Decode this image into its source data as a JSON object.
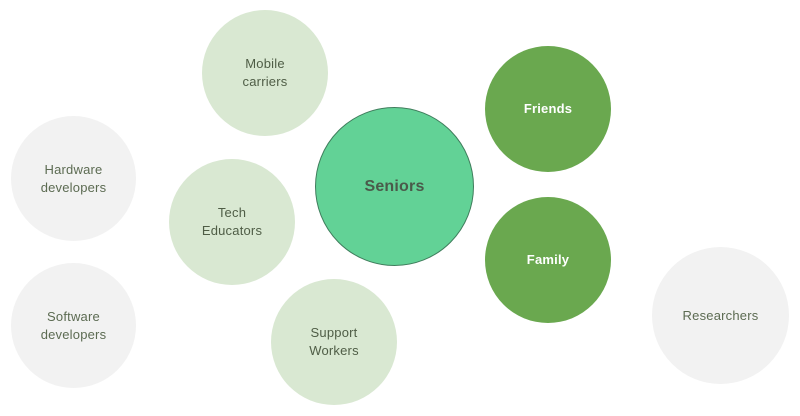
{
  "diagram": {
    "center": {
      "label": "Seniors",
      "color": "#62d296"
    },
    "inner_ring": {
      "color": "#6aa84f",
      "items": [
        {
          "label": "Friends"
        },
        {
          "label": "Family"
        }
      ]
    },
    "middle_ring": {
      "color": "#d9e8d2",
      "items": [
        {
          "label": "Mobile\ncarriers"
        },
        {
          "label": "Tech\nEducators"
        },
        {
          "label": "Support\nWorkers"
        }
      ]
    },
    "outer_ring": {
      "color": "#f2f2f2",
      "items": [
        {
          "label": "Hardware\ndevelopers"
        },
        {
          "label": "Software\ndevelopers"
        },
        {
          "label": "Researchers"
        }
      ]
    }
  }
}
